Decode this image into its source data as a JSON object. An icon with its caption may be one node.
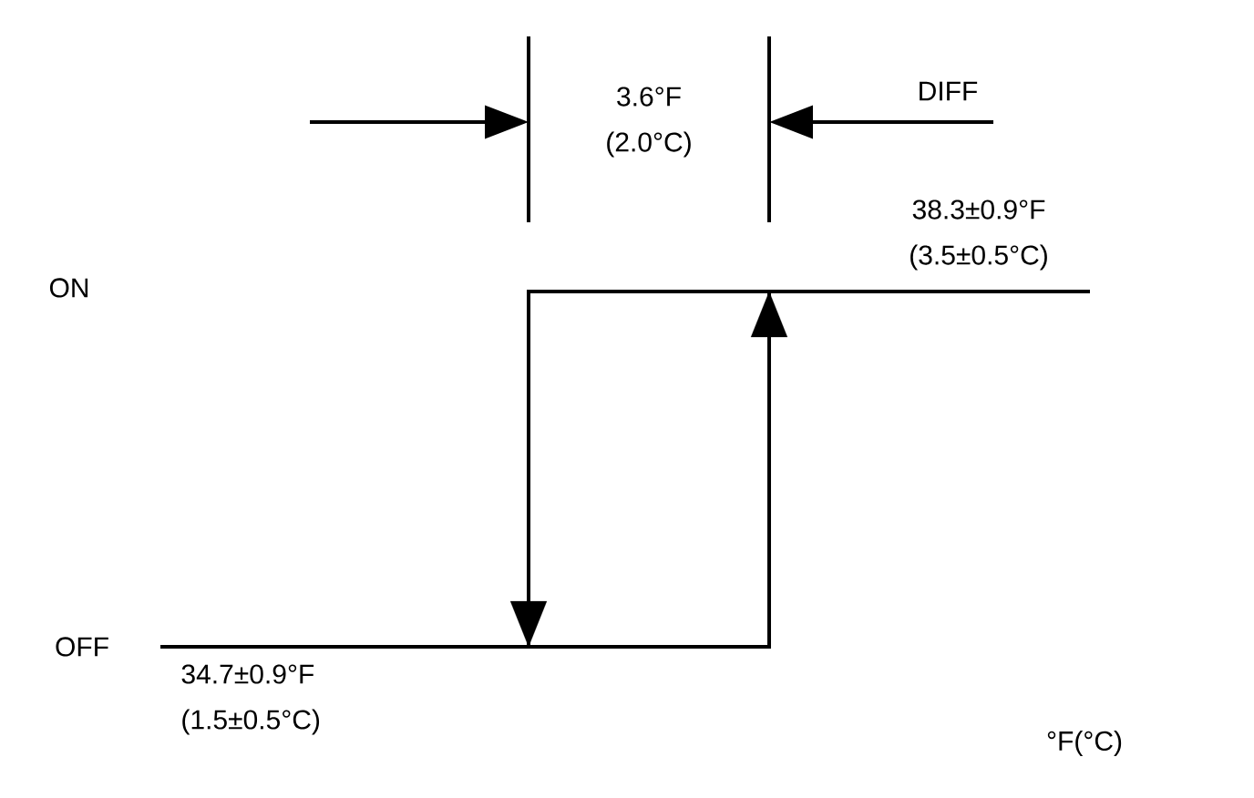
{
  "diagram": {
    "labels": [
      "3.6°F (2.0°C)",
      "DIFF",
      "38.3±0.9°F (3.5±0.5°C)",
      "ON",
      "OFF",
      "34.7±0.9°F (1.5±0.5°C)",
      "°F(°C)"
    ]
  }
}
